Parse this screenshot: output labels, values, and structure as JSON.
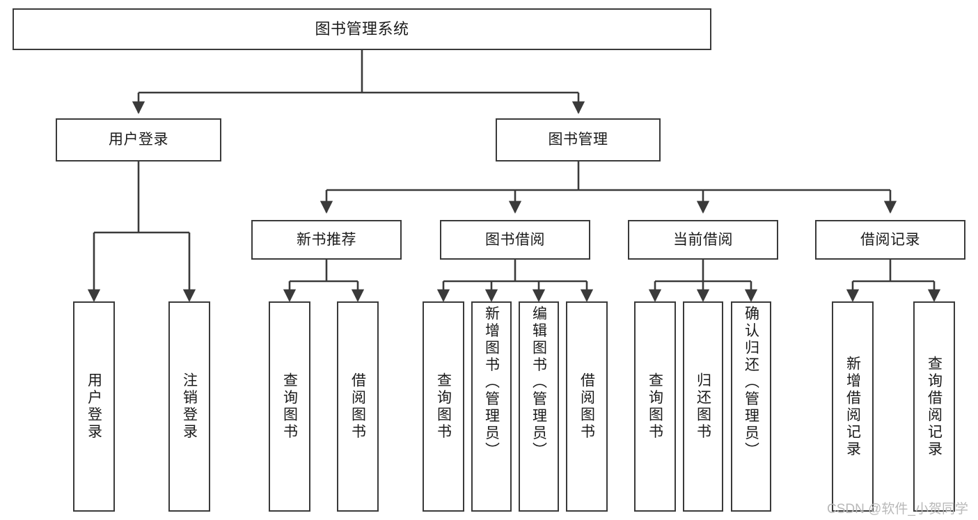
{
  "diagram": {
    "title": "图书管理系统",
    "type": "tree-hierarchy",
    "root": {
      "label": "图书管理系统",
      "children": [
        {
          "label": "用户登录",
          "children": [
            {
              "label": "用户登录"
            },
            {
              "label": "注销登录"
            }
          ]
        },
        {
          "label": "图书管理",
          "children": [
            {
              "label": "新书推荐",
              "children": [
                {
                  "label": "查询图书"
                },
                {
                  "label": "借阅图书"
                }
              ]
            },
            {
              "label": "图书借阅",
              "children": [
                {
                  "label": "查询图书"
                },
                {
                  "label": "新增图书（管理员）"
                },
                {
                  "label": "编辑图书（管理员）"
                },
                {
                  "label": "借阅图书"
                }
              ]
            },
            {
              "label": "当前借阅",
              "children": [
                {
                  "label": "查询图书"
                },
                {
                  "label": "归还图书"
                },
                {
                  "label": "确认归还（管理员）"
                }
              ]
            },
            {
              "label": "借阅记录",
              "children": [
                {
                  "label": "新增借阅记录"
                },
                {
                  "label": "查询借阅记录"
                }
              ]
            }
          ]
        }
      ]
    }
  },
  "nodes": {
    "root": "图书管理系统",
    "user_login": "用户登录",
    "book_manage": "图书管理",
    "new_book_rec": "新书推荐",
    "book_borrow": "图书借阅",
    "current_borrow": "当前借阅",
    "borrow_record": "借阅记录",
    "leaf_user_login": "用户登录",
    "leaf_logout": "注销登录",
    "leaf_query_book_1": "查询图书",
    "leaf_borrow_book_1": "借阅图书",
    "leaf_query_book_2": "查询图书",
    "leaf_add_book": "新增图书（管理员）",
    "leaf_edit_book": "编辑图书（管理员）",
    "leaf_borrow_book_2": "借阅图书",
    "leaf_query_book_3": "查询图书",
    "leaf_return_book": "归还图书",
    "leaf_confirm_return": "确认归还（管理员）",
    "leaf_add_record": "新增借阅记录",
    "leaf_query_record": "查询借阅记录"
  },
  "colors": {
    "border": "#3a3a3a",
    "text": "#1a1a1a",
    "background": "#ffffff",
    "connector": "#3a3a3a",
    "watermark": "#b9b9b9"
  },
  "watermark": "CSDN @软件_小贺同学"
}
